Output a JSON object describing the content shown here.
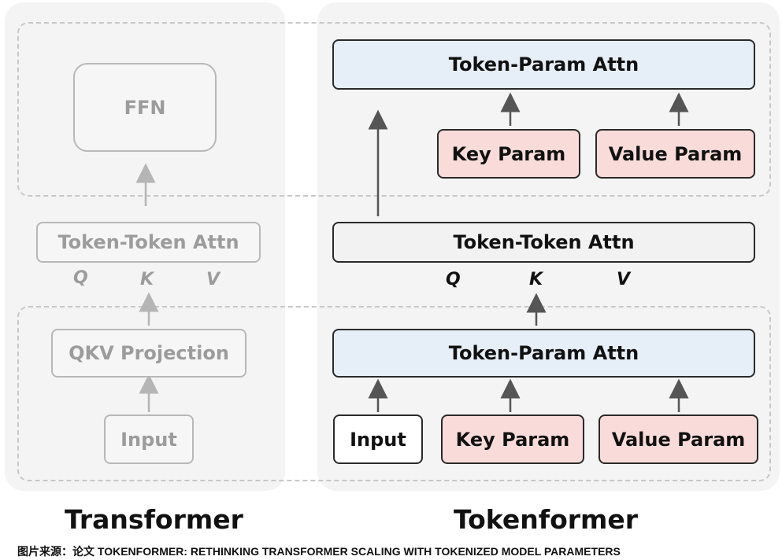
{
  "transformer": {
    "title": "Transformer",
    "ffn": "FFN",
    "token_token_attn": "Token-Token Attn",
    "q": "Q",
    "k": "K",
    "v": "V",
    "qkv_projection": "QKV Projection",
    "input": "Input"
  },
  "tokenformer": {
    "title": "Tokenformer",
    "top_token_param_attn": "Token-Param Attn",
    "top_key_param": "Key Param",
    "top_value_param": "Value Param",
    "token_token_attn": "Token-Token Attn",
    "q": "Q",
    "k": "K",
    "v": "V",
    "bottom_token_param_attn": "Token-Param Attn",
    "input": "Input",
    "bottom_key_param": "Key Param",
    "bottom_value_param": "Value Param"
  },
  "caption": "图片来源：论文 TOKENFORMER: RETHINKING TRANSFORMER SCALING WITH TOKENIZED MODEL PARAMETERS",
  "colors": {
    "attn_fill": "#e6eef8",
    "param_fill": "#f9dcda",
    "faded_text": "#9c9c9c",
    "panel_bg": "#f4f4f4"
  }
}
